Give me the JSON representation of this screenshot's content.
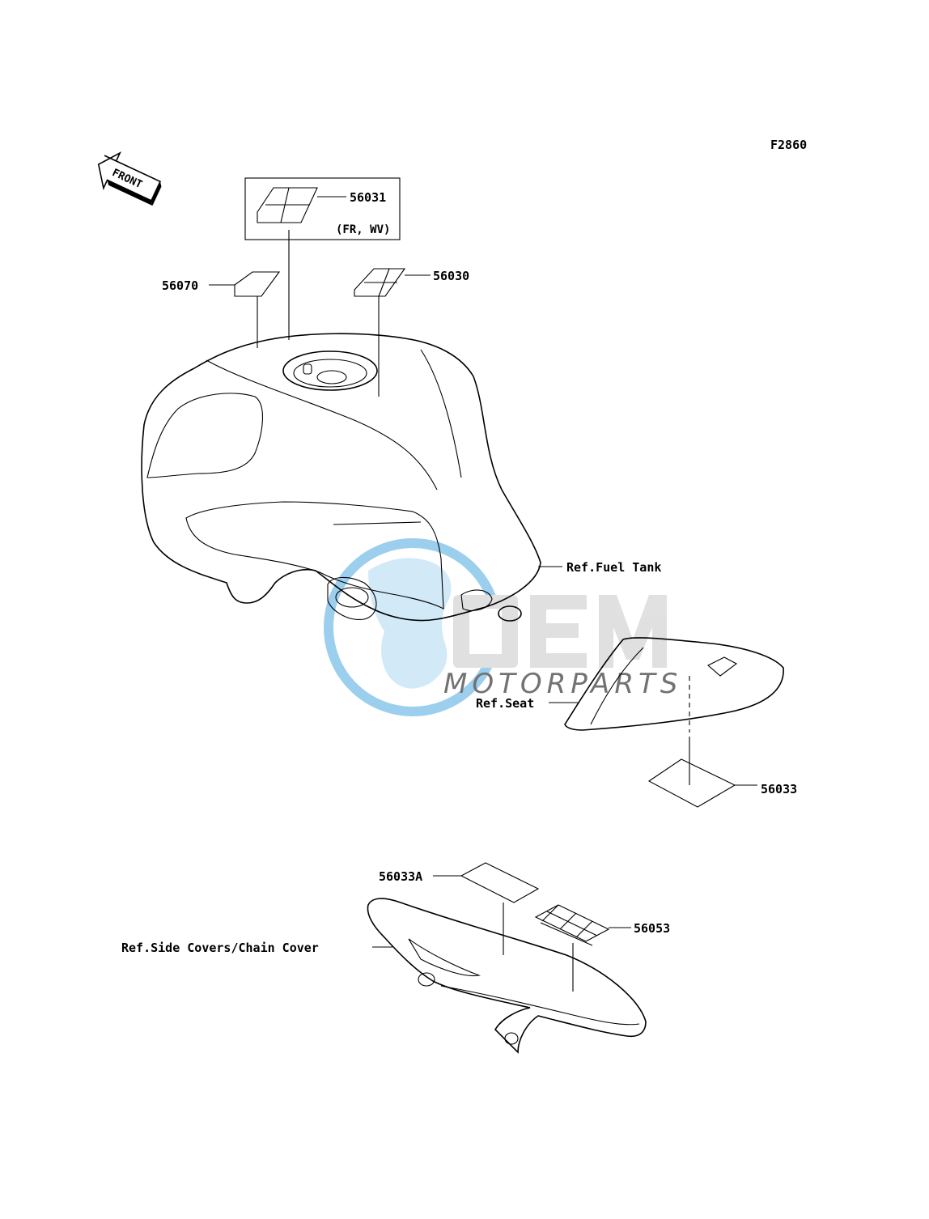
{
  "diagram_code": "F2860",
  "front_indicator": "FRONT",
  "watermark": {
    "brand": "OEM",
    "sub": "MOTORPARTS",
    "blue": "#4aa8e0",
    "gray": "#c8c8c8"
  },
  "labels": {
    "p56031": "56031",
    "p56031_note": "(FR, WV)",
    "p56070": "56070",
    "p56030": "56030",
    "ref_fuel_tank": "Ref.Fuel Tank",
    "ref_seat": "Ref.Seat",
    "p56033": "56033",
    "p56033A": "56033A",
    "p56053": "56053",
    "ref_side_covers": "Ref.Side Covers/Chain Cover"
  },
  "icons": [
    "front-arrow-icon"
  ]
}
